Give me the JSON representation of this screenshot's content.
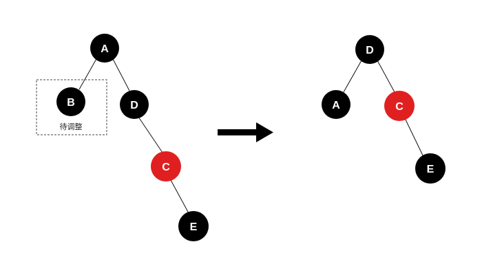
{
  "colors": {
    "black_node": "#000000",
    "red_node": "#e02020",
    "arrow": "#000000",
    "label_text": "#ffffff"
  },
  "before_tree": {
    "nodes": {
      "A": {
        "label": "A",
        "color": "black"
      },
      "B": {
        "label": "B",
        "color": "black"
      },
      "D": {
        "label": "D",
        "color": "black"
      },
      "C": {
        "label": "C",
        "color": "red"
      },
      "E": {
        "label": "E",
        "color": "black"
      }
    },
    "edges": [
      [
        "A",
        "B"
      ],
      [
        "A",
        "D"
      ],
      [
        "D",
        "C"
      ],
      [
        "C",
        "E"
      ]
    ],
    "pending_caption": "待调整"
  },
  "after_tree": {
    "nodes": {
      "D": {
        "label": "D",
        "color": "black"
      },
      "A": {
        "label": "A",
        "color": "black"
      },
      "C": {
        "label": "C",
        "color": "red"
      },
      "E": {
        "label": "E",
        "color": "black"
      }
    },
    "edges": [
      [
        "D",
        "A"
      ],
      [
        "D",
        "C"
      ],
      [
        "C",
        "E"
      ]
    ]
  },
  "transition_arrow": "right-arrow"
}
